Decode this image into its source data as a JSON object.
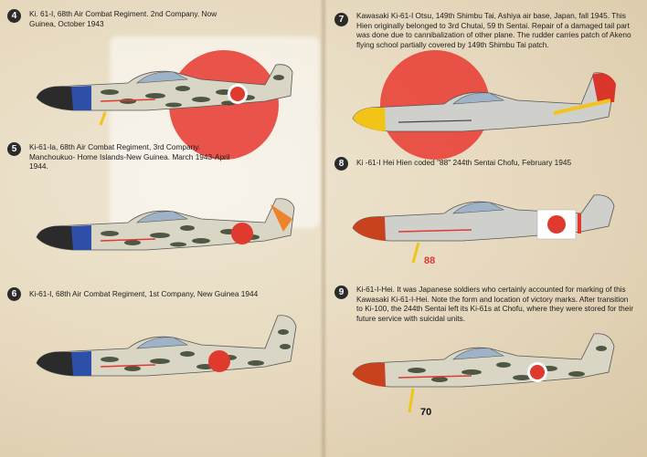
{
  "profiles": [
    {
      "number": "4",
      "caption": "Ki. 61-I, 68th Air Combat Regiment. 2nd Company. Now Guinea, October 1943"
    },
    {
      "number": "5",
      "caption": "Ki-61-Ia, 68th Air Combat Regiment, 3rd Company. Manchoukuo- Home Islands-New Guinea. March 1943-April 1944."
    },
    {
      "number": "6",
      "caption": "Ki-61-I, 68th Air Combat Regiment, 1st Company, New Guinea 1944"
    },
    {
      "number": "7",
      "caption": "Kawasaki Ki-61-I Otsu, 149th Shimbu Tai, Ashiya air base, Japan, fall 1945. This Hien originally belonged to 3rd Chutai, 59 th Sentai. Repair of a damaged tail part was done due to cannibalization of other plane. The rudder carries patch of Akeno flying school partially covered by 149th Shimbu Tai patch."
    },
    {
      "number": "8",
      "caption": "Ki -61-I Hei Hien coded \"88\" 244th Sentai Chofu, February 1945",
      "code": "88"
    },
    {
      "number": "9",
      "caption": "Ki-61-I-Hei. It was Japanese soldiers who certainly accounted for marking of this Kawasaki Ki-61-I-Hei. Note the form and location of victory marks. After transition to Ki-100, the 244th Sentai left its Ki-61s at Chofu, where they were stored for their future service with suicidal units.",
      "code": "70"
    }
  ],
  "colors": {
    "hinomaru": "#e03a2f",
    "camo_base": "#d9d6c6",
    "camo_green": "#3f4a36",
    "silver": "#cfd0cc",
    "blue_band": "#2e4fa8",
    "yellow": "#f2c418",
    "orange": "#f07a1a"
  }
}
